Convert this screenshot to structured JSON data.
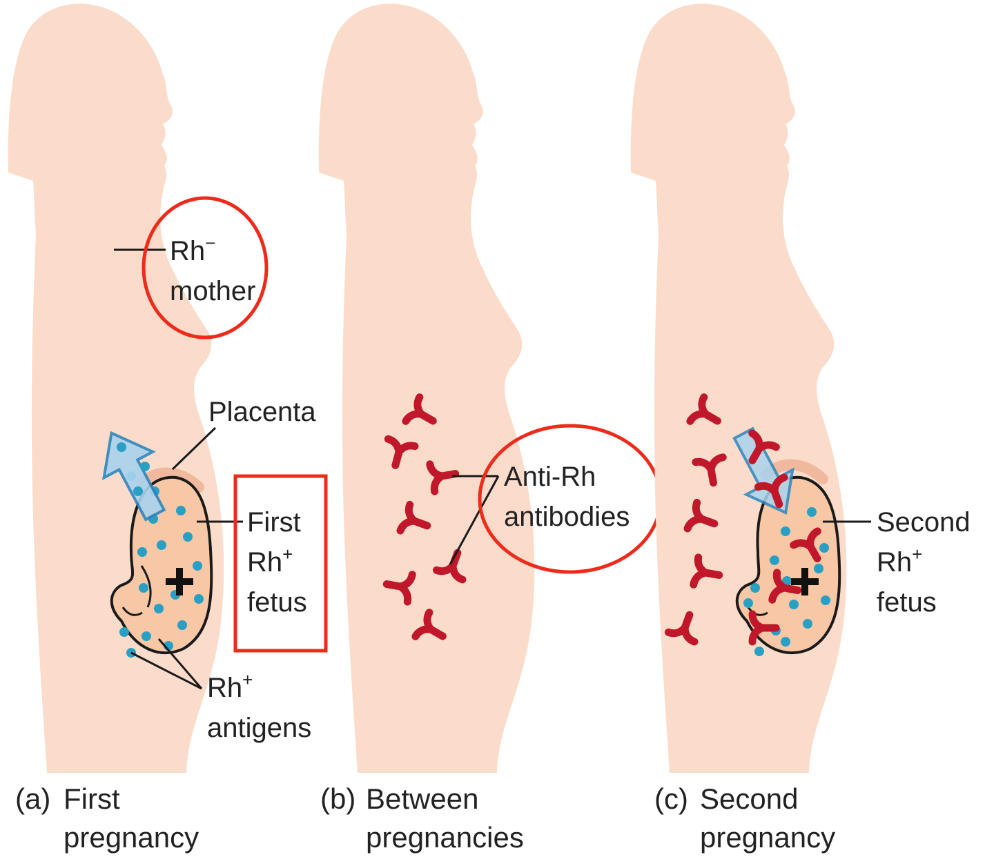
{
  "colors": {
    "skin": "#fbdccb",
    "fetus_skin": "#f7c7a6",
    "outline": "#1a1a1a",
    "antigen": "#2a9fc4",
    "antibody": "#c0182a",
    "arrow_fill": "#a9d3ee",
    "arrow_stroke": "#2a86bf",
    "highlight": "#ee2a1b",
    "text": "#222222"
  },
  "panels": [
    {
      "id": "a",
      "caption": {
        "letter": "(a)",
        "line1": "First",
        "line2": "pregnancy"
      },
      "labels": {
        "mother": {
          "main": "Rh",
          "sup": "−",
          "line2": "mother"
        },
        "placenta": "Placenta",
        "fetus": {
          "line1": "First",
          "line2_main": "Rh",
          "line2_sup": "+",
          "line3": "fetus"
        },
        "antigens": {
          "main": "Rh",
          "sup": "+",
          "line2": "antigens"
        }
      }
    },
    {
      "id": "b",
      "caption": {
        "letter": "(b)",
        "line1": "Between",
        "line2": "pregnancies"
      },
      "labels": {
        "antibodies": {
          "line1": "Anti-Rh",
          "line2": "antibodies"
        }
      }
    },
    {
      "id": "c",
      "caption": {
        "letter": "(c)",
        "line1": "Second",
        "line2": "pregnancy"
      },
      "labels": {
        "fetus": {
          "line1": "Second",
          "line2_main": "Rh",
          "line2_sup": "+",
          "line3": "fetus"
        }
      }
    }
  ],
  "icons": {
    "rh_positive_marker": "plus-icon",
    "antibody": "antibody-icon",
    "antigen": "antigen-dot-icon",
    "transfer_arrow": "arrow-icon"
  }
}
